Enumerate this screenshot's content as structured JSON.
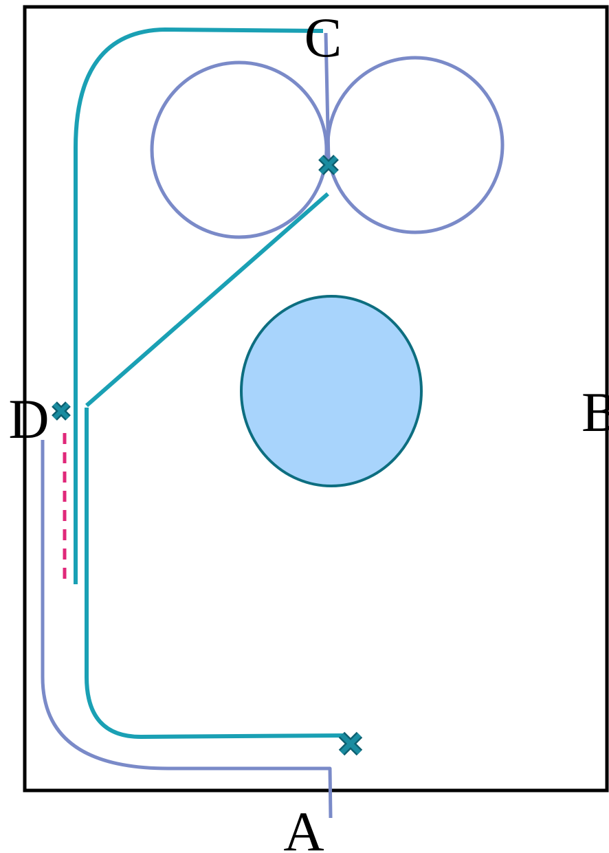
{
  "labels": {
    "a": "A",
    "b": "B",
    "c": "C",
    "d": "D"
  },
  "colors": {
    "frame": "#000000",
    "teal_path": "#1aa0b4",
    "lavender_path": "#7a8ac8",
    "marker": "#1a8ca0",
    "marker_outline": "#0d5f70",
    "obstacle_fill": "#a8d4fc",
    "obstacle_stroke": "#0d6e80",
    "dashed": "#e0287a",
    "background": "#ffffff"
  },
  "icons": {
    "marker": "x-marker-icon"
  }
}
